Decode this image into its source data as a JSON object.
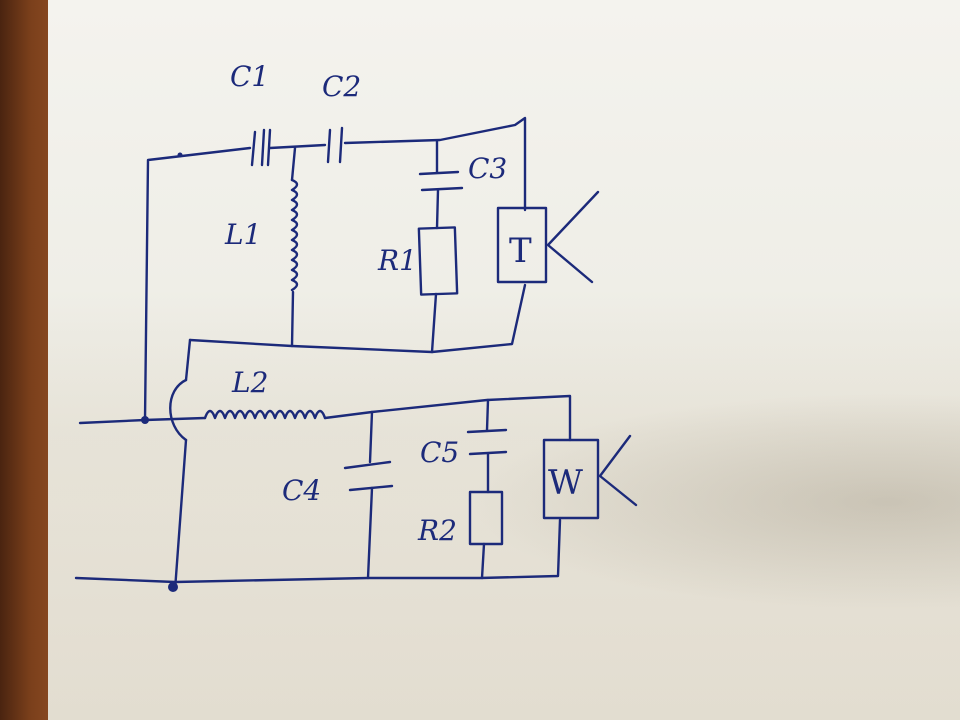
{
  "labels": {
    "c1": "C1",
    "c2": "C2",
    "c3": "C3",
    "c4": "C4",
    "c5": "C5",
    "l1": "L1",
    "l2": "L2",
    "r1": "R1",
    "r2": "R2",
    "t_box": "T",
    "w_box": "W"
  },
  "colors": {
    "ink": "#1c2a7a",
    "paper": "#f1f0ea"
  }
}
